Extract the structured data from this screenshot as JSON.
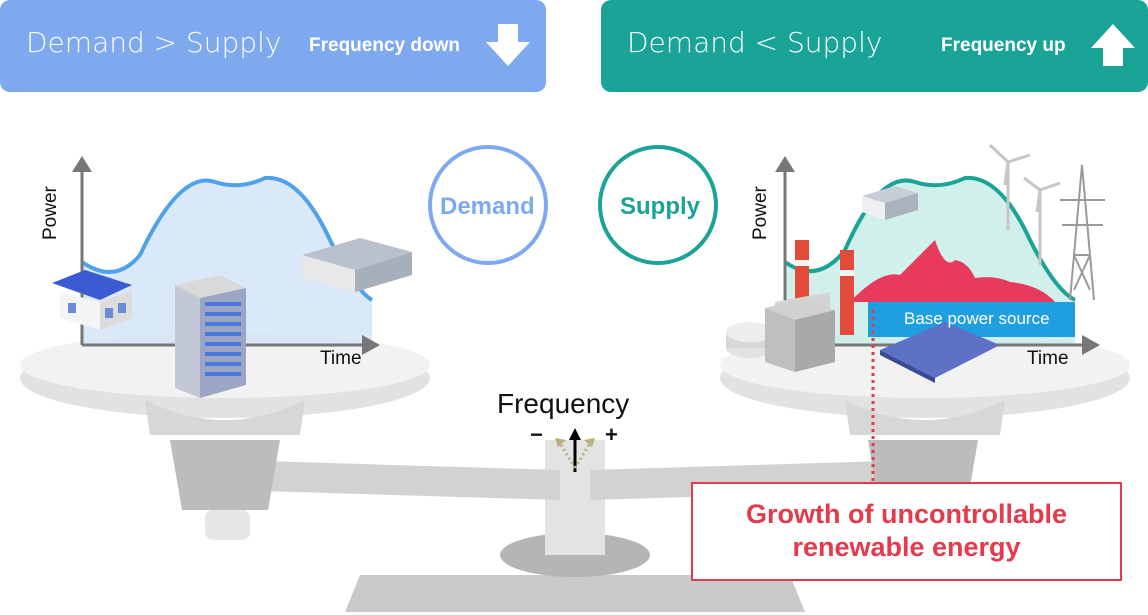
{
  "banners": {
    "left": {
      "equation": "Demand > Supply",
      "frequency": "Frequency down",
      "color": "#7ea9ee",
      "arrow_icon": "arrow-down-icon"
    },
    "right": {
      "equation": "Demand < Supply",
      "frequency": "Frequency up",
      "color": "#1aa397",
      "arrow_icon": "arrow-up-icon"
    }
  },
  "circles": {
    "demand": {
      "label": "Demand",
      "color": "#7ea9ee"
    },
    "supply": {
      "label": "Supply",
      "color": "#1aa397"
    }
  },
  "left_chart": {
    "y_axis": "Power",
    "x_axis": "Time"
  },
  "right_chart": {
    "y_axis": "Power",
    "x_axis": "Time",
    "base_label": "Base power source"
  },
  "center": {
    "title": "Frequency",
    "minus": "−",
    "plus": "+"
  },
  "callout": {
    "line1": "Growth of uncontrollable",
    "line2": "renewable energy",
    "color": "#e53a4b"
  }
}
